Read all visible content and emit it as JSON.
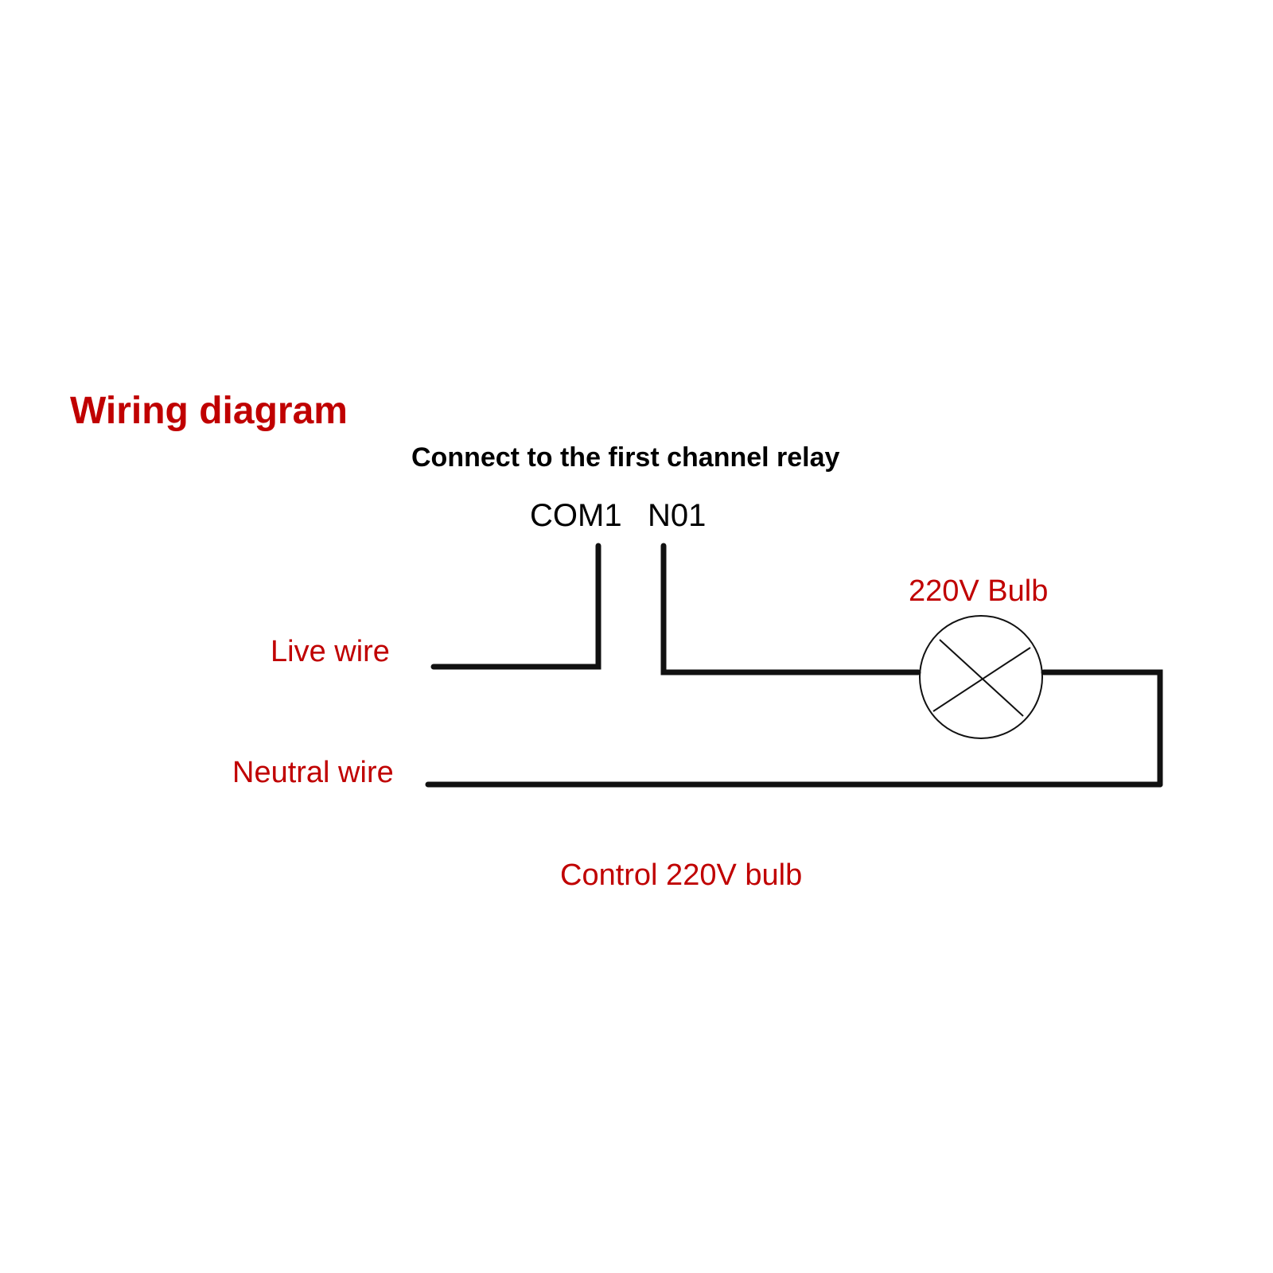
{
  "title": "Wiring diagram",
  "subtitle": "Connect to the first channel relay",
  "terminals": {
    "com": "COM1",
    "no": "N01"
  },
  "bulb_label": "220V Bulb",
  "live_label": "Live wire",
  "neutral_label": "Neutral wire",
  "caption": "Control 220V bulb",
  "colors": {
    "accent": "#c00000",
    "text": "#000000",
    "wire": "#111111",
    "background": "#ffffff"
  }
}
